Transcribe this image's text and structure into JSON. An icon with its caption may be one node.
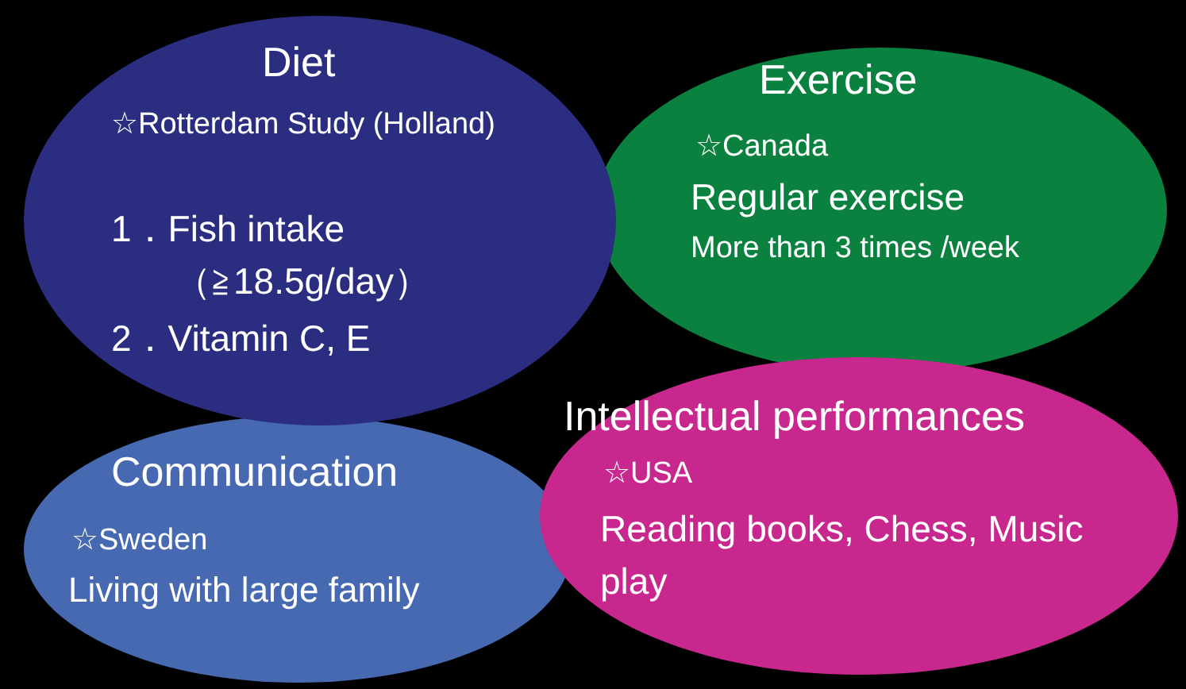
{
  "diagram": {
    "nodes": [
      {
        "text": [
          "Diet",
          "☆Rotterdam Study (Holland)",
          "1．Fish intake （≧18.5g/day）",
          "2．Vitamin C, E"
        ]
      },
      {
        "text": [
          "Exercise",
          "☆Canada",
          "Regular exercise",
          "More than 3 times /week"
        ]
      },
      {
        "text": [
          "Communication",
          "☆Sweden",
          "Living with large family"
        ]
      },
      {
        "text": [
          "Intellectual performances",
          "☆USA",
          "Reading books, Chess, Music play"
        ]
      }
    ]
  }
}
